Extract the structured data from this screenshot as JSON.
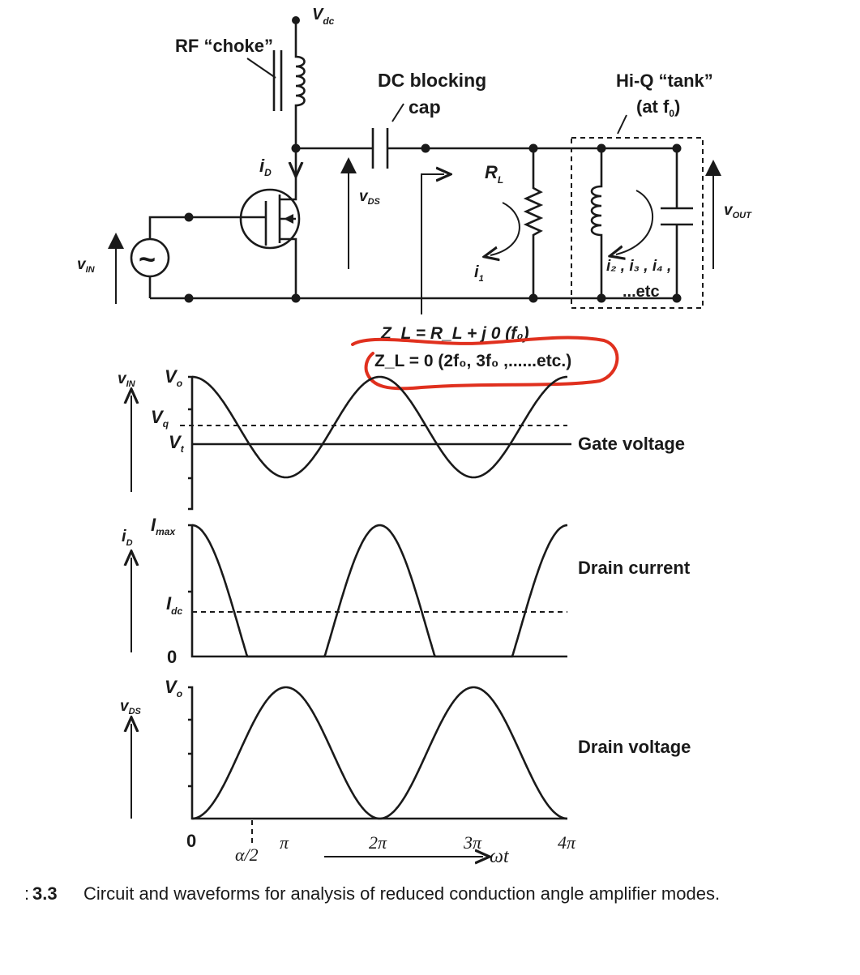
{
  "circuit": {
    "vdc": {
      "main": "V",
      "sub": "dc"
    },
    "rf_choke": "RF “choke”",
    "dc_block_1": "DC blocking",
    "dc_block_2": "cap",
    "tank_1": "Hi-Q “tank”",
    "tank_2": "(at f",
    "tank_2_sub": "0",
    "tank_2_end": ")",
    "id": {
      "main": "i",
      "sub": "D"
    },
    "vds": {
      "main": "v",
      "sub": "DS"
    },
    "vin": {
      "main": "v",
      "sub": "IN"
    },
    "rl": {
      "main": "R",
      "sub": "L"
    },
    "i1": {
      "main": "i",
      "sub": "1"
    },
    "harmonics": "i₂ , i₃ , i₄ ,",
    "etc": "...etc",
    "vout": {
      "main": "v",
      "sub": "OUT"
    },
    "source_symbol": "~",
    "zl_line1": "Z_L = R_L + j 0  (f₀)",
    "zl_line2": "Z_L = 0 (2f₀, 3f₀ ,......etc.)",
    "annotation_color": "#e0301e"
  },
  "waveforms": {
    "gate": {
      "axis_main": "v",
      "axis_sub": "IN",
      "top": "V",
      "top_sub": "o",
      "vq": "V",
      "vq_sub": "q",
      "vt": "V",
      "vt_sub": "t",
      "label": "Gate voltage"
    },
    "drain_current": {
      "axis_main": "i",
      "axis_sub": "D",
      "top": "I",
      "top_sub": "max",
      "idc": "I",
      "idc_sub": "dc",
      "zero": "0",
      "label": "Drain current",
      "conduction_half_angle_rad": 1.845
    },
    "drain_voltage": {
      "axis_main": "v",
      "axis_sub": "DS",
      "top": "V",
      "top_sub": "o",
      "label": "Drain voltage"
    },
    "x_ticks": [
      "0",
      "π",
      "2π",
      "3π",
      "4π"
    ],
    "alpha_label": "α/2",
    "x_axis_label": "ωt"
  },
  "caption": {
    "number": "3.3",
    "text": "Circuit and waveforms for analysis of reduced conduction angle amplifier modes."
  }
}
